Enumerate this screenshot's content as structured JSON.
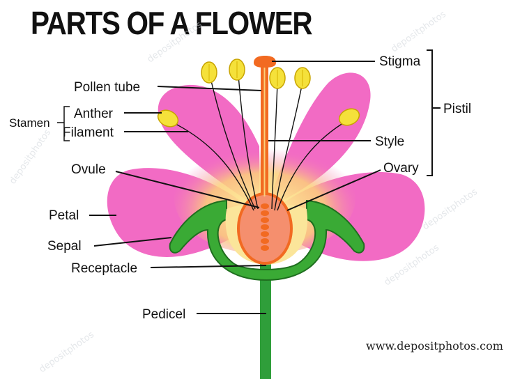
{
  "title": "PARTS OF A FLOWER",
  "labels": {
    "stigma": "Stigma",
    "pistil": "Pistil",
    "pollen_tube": "Pollen tube",
    "stamen": "Stamen",
    "anther": "Anther",
    "filament": "Filament",
    "style": "Style",
    "ovule": "Ovule",
    "ovary": "Ovary",
    "petal": "Petal",
    "sepal": "Sepal",
    "receptacle": "Receptacle",
    "pedicel": "Pedicel"
  },
  "credit": "www.depositphotos.com",
  "watermark": "depositphotos",
  "colors": {
    "petal": "#f26bc4",
    "sepal": "#3aaa35",
    "stem": "#2f9e3a",
    "style": "#f26a21",
    "anther": "#f5e13a",
    "ovary": "#f58f6e",
    "ovule": "#f26a21",
    "receptacle": "#fbe59a"
  }
}
